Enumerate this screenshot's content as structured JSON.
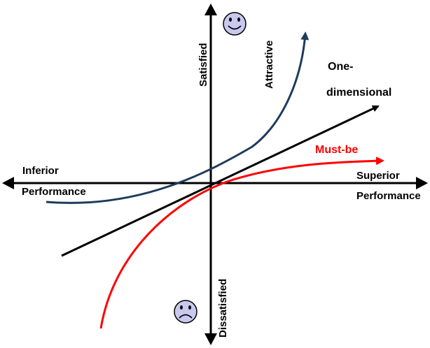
{
  "diagram": {
    "labels": {
      "y_top": "Satisfied",
      "y_bottom": "Dissatisfied",
      "x_left_line1": "Inferior",
      "x_left_line2": "Performance",
      "x_right_line1": "Superior",
      "x_right_line2": "Performance"
    },
    "curves": {
      "attractive": "Attractive",
      "one_dimensional_line1": "One-",
      "one_dimensional_line2": "dimensional",
      "must_be": "Must-be"
    },
    "icons": {
      "top": "smiley-face-icon",
      "bottom": "sad-face-icon"
    },
    "colors": {
      "attractive": "#1f3b5c",
      "one_dimensional": "#000000",
      "must_be": "#ff0000",
      "face_fill": "#c9c9ef",
      "axes": "#000000"
    }
  }
}
